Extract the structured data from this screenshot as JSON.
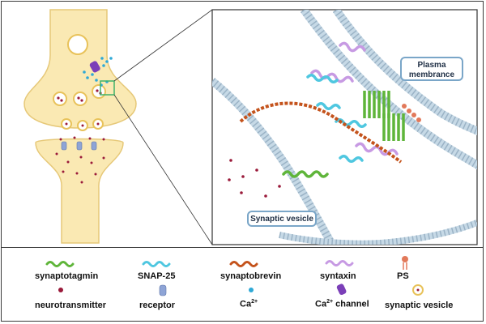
{
  "labels": {
    "plasma_membrane_line1": "Plasma",
    "plasma_membrane_line2": "membrance",
    "synaptic_vesicle": "Synaptic vesicle"
  },
  "legend": {
    "synaptotagmin": "synaptotagmin",
    "snap25": "SNAP-25",
    "synaptobrevin": "synaptobrevin",
    "syntaxin": "syntaxin",
    "ps": "PS",
    "neurotransmitter": "neurotransmitter",
    "receptor": "receptor",
    "ca_base": "Ca",
    "ca_sup": "2+",
    "ca_channel_base": "Ca",
    "ca_channel_sup": "2+",
    "ca_channel_rest": " channel",
    "synaptic_vesicle": "synaptic vesicle"
  },
  "colors": {
    "neuron_fill": "#fae9b3",
    "neuron_stroke": "#e6c878",
    "membrane": "#c6d9e6",
    "synaptotagmin": "#5fb53a",
    "snap25": "#4fc7e0",
    "synaptobrevin": "#c4531c",
    "syntaxin": "#c79ae3",
    "ps": "#e2795a",
    "neurotransmitter": "#9a1a3a",
    "receptor": "#8ea4d6",
    "calcium": "#2fa9d6",
    "ca_channel": "#7b3fb8",
    "vesicle_fill": "#ffffff",
    "vesicle_stroke": "#e8c25a",
    "label_border": "#7aa6c8",
    "zoom_box": "#3fb36a"
  }
}
